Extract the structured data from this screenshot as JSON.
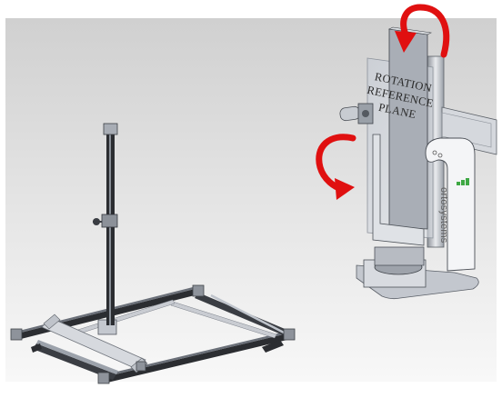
{
  "plane_label": {
    "line1": "ROTATION",
    "line2": "REFERENCE",
    "line3": "PLANE"
  },
  "brand_text": "ortosystems",
  "colors": {
    "background_top": "#d2d2d2",
    "background_bottom": "#f7f7f7",
    "arrow": "#e01010",
    "frame_dark": "#2b2b2b",
    "frame_light": "#b8bcc4",
    "brand_green": "#3ea844"
  }
}
